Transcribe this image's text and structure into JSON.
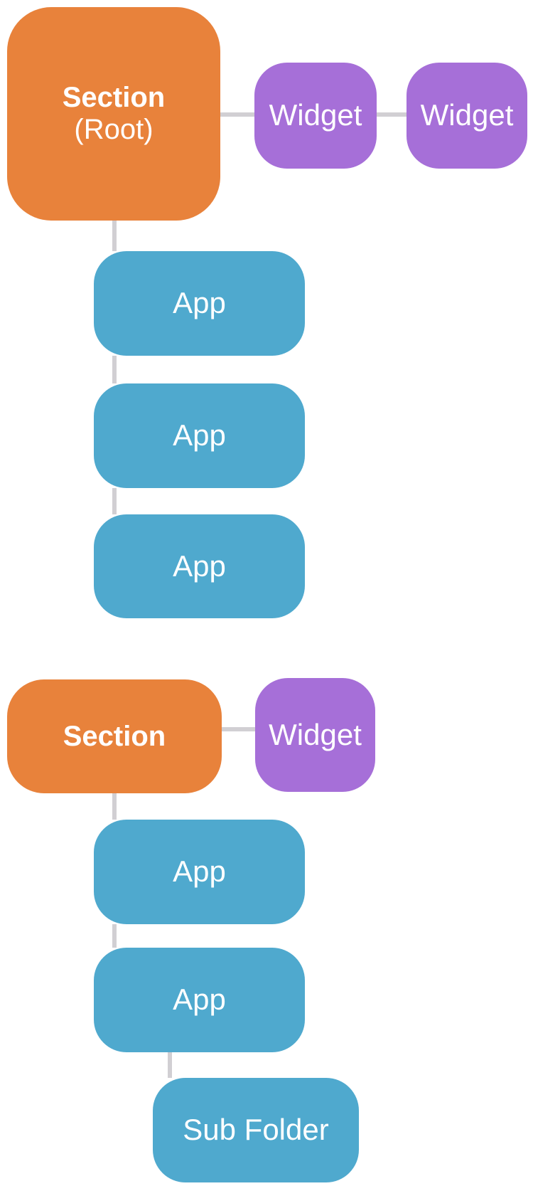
{
  "diagram": {
    "type": "tree-hierarchy",
    "colors": {
      "section": "#E8823B",
      "widget": "#A66FD8",
      "app": "#4FA9CE",
      "connector": "#D1CFD3",
      "label_text": "#FFFFFF",
      "background": "#FFFFFF"
    },
    "nodes": {
      "section_root": {
        "label": "Section",
        "sublabel": "(Root)",
        "kind": "section"
      },
      "widget1": {
        "label": "Widget",
        "kind": "widget"
      },
      "widget2": {
        "label": "Widget",
        "kind": "widget"
      },
      "app1": {
        "label": "App",
        "kind": "app"
      },
      "app2": {
        "label": "App",
        "kind": "app"
      },
      "app3": {
        "label": "App",
        "kind": "app"
      },
      "section2": {
        "label": "Section",
        "kind": "section"
      },
      "widget3": {
        "label": "Widget",
        "kind": "widget"
      },
      "app4": {
        "label": "App",
        "kind": "app"
      },
      "app5": {
        "label": "App",
        "kind": "app"
      },
      "subfolder": {
        "label": "Sub Folder",
        "kind": "app"
      }
    },
    "edges": [
      {
        "from": "section_root",
        "to": "widget1",
        "direction": "horizontal"
      },
      {
        "from": "widget1",
        "to": "widget2",
        "direction": "horizontal"
      },
      {
        "from": "section_root",
        "to": "app1",
        "direction": "vertical"
      },
      {
        "from": "app1",
        "to": "app2",
        "direction": "vertical"
      },
      {
        "from": "app2",
        "to": "app3",
        "direction": "vertical"
      },
      {
        "from": "section2",
        "to": "widget3",
        "direction": "horizontal"
      },
      {
        "from": "section2",
        "to": "app4",
        "direction": "vertical"
      },
      {
        "from": "app4",
        "to": "app5",
        "direction": "vertical"
      },
      {
        "from": "app5",
        "to": "subfolder",
        "direction": "vertical"
      }
    ]
  }
}
